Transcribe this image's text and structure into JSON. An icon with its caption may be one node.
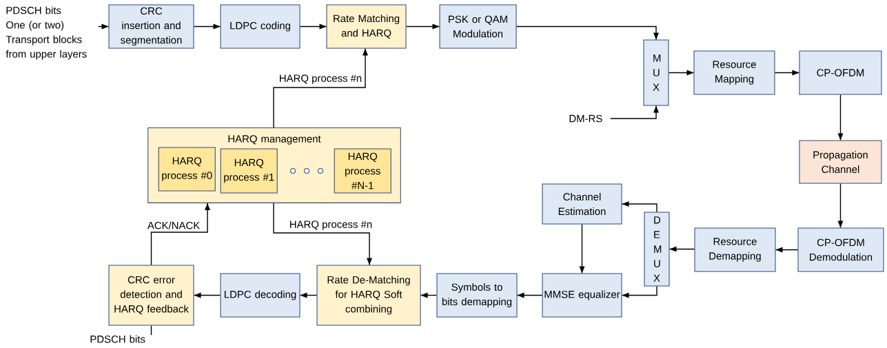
{
  "diagram": {
    "nodes": [
      {
        "text": [
          "PDSCH bits",
          "One (or two) Transport blocks from upper layers"
        ]
      },
      {
        "text": [
          "CRC insertion and segmentation"
        ]
      },
      {
        "text": [
          "LDPC coding"
        ]
      },
      {
        "text": [
          "Rate Matching and HARQ"
        ]
      },
      {
        "text": [
          "PSK or QAM Modulation"
        ]
      },
      {
        "text": [
          "M U X"
        ]
      },
      {
        "text": [
          "Resource Mapping"
        ]
      },
      {
        "text": [
          "CP-OFDM"
        ]
      },
      {
        "text": [
          "DM-RS"
        ]
      },
      {
        "text": [
          "Propagation Channel"
        ]
      },
      {
        "text": [
          "HARQ management"
        ]
      },
      {
        "text": [
          "HARQ process #0"
        ],
        "in": 10
      },
      {
        "text": [
          "HARQ process #1"
        ],
        "in": 10
      },
      {
        "text": [
          "HARQ process #N-1"
        ],
        "in": 10
      },
      {
        "text": [
          "Channel Estimation"
        ]
      },
      {
        "text": [
          "D E M U X"
        ]
      },
      {
        "text": [
          "Resource Demapping"
        ]
      },
      {
        "text": [
          "CP-OFDM Demodulation"
        ]
      },
      {
        "text": [
          "MMSE equalizer"
        ]
      },
      {
        "text": [
          "Symbols to bits demapping"
        ]
      },
      {
        "text": [
          "Rate De-Matching for HARQ Soft combining"
        ]
      },
      {
        "text": [
          "LDPC decoding"
        ]
      },
      {
        "text": [
          "CRC error detection and HARQ feedback"
        ]
      },
      {
        "text": [
          "PDSCH bits"
        ]
      }
    ],
    "edges": [
      {
        "from": 0,
        "to": 1,
        "arrow": "to"
      },
      {
        "from": 1,
        "to": 2,
        "arrow": "to"
      },
      {
        "from": 2,
        "to": 3,
        "arrow": "to"
      },
      {
        "from": 3,
        "to": 4,
        "arrow": "to"
      },
      {
        "from": 4,
        "to": 5,
        "arrow": "to"
      },
      {
        "from": 8,
        "to": 5,
        "arrow": "to"
      },
      {
        "from": 5,
        "to": 6,
        "arrow": "to"
      },
      {
        "from": 6,
        "to": 7,
        "arrow": "to"
      },
      {
        "from": 7,
        "to": 9,
        "arrow": "to"
      },
      {
        "from": 9,
        "to": 17,
        "arrow": "to"
      },
      {
        "from": 17,
        "to": 16,
        "arrow": "to"
      },
      {
        "from": 16,
        "to": 15,
        "arrow": "to"
      },
      {
        "from": 15,
        "to": 14,
        "arrow": "to"
      },
      {
        "from": 15,
        "to": 18,
        "arrow": "to"
      },
      {
        "from": 14,
        "to": 18,
        "arrow": "to"
      },
      {
        "from": 18,
        "to": 19,
        "arrow": "to"
      },
      {
        "from": 19,
        "to": 20,
        "arrow": "to"
      },
      {
        "from": 20,
        "to": 21,
        "arrow": "to"
      },
      {
        "from": 21,
        "to": 22,
        "arrow": "to"
      },
      {
        "from": 22,
        "to": 10,
        "label": "ACK/NACK",
        "arrow": "to"
      },
      {
        "from": 10,
        "to": 3,
        "label": "HARQ process #n",
        "arrow": "to"
      },
      {
        "from": 10,
        "to": 20,
        "label": "HARQ process #n",
        "arrow": "to"
      },
      {
        "from": 22,
        "to": 23,
        "arrow": "none"
      }
    ]
  }
}
